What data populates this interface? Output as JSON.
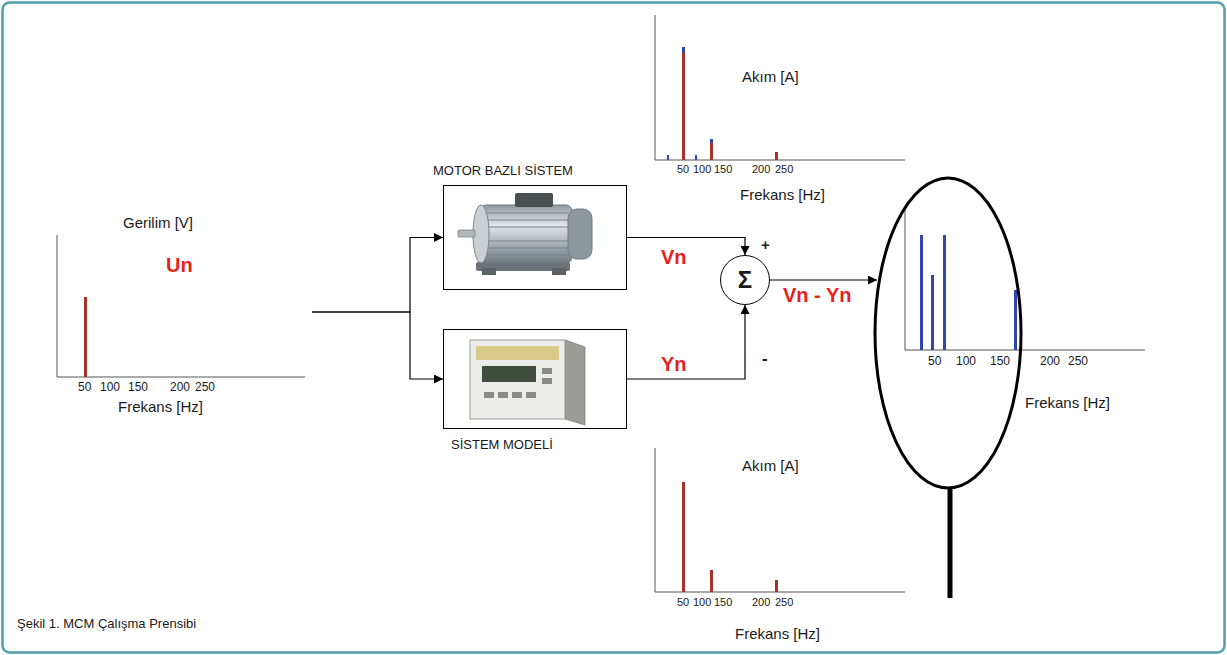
{
  "diagram": {
    "caption": "Şekil 1. MCM Çalışma Prensibi",
    "nodes": [
      {
        "text": [
          "Gerilim [V]",
          "Un",
          "50",
          "100",
          "150",
          "200",
          "250",
          "Frekans [Hz]"
        ]
      },
      {
        "text": [
          "MOTOR BAZLI SİSTEM"
        ]
      },
      {
        "text": [
          "SİSTEM MODELİ"
        ]
      },
      {
        "text": [
          "Σ"
        ]
      },
      {
        "text": [
          "50",
          "100",
          "150",
          "200",
          "250",
          "Frekans [Hz]"
        ]
      },
      {
        "text": [
          "Akım [A]",
          "50",
          "100",
          "150",
          "200",
          "250",
          "Frekans [Hz]"
        ]
      },
      {
        "text": [
          "Akım [A]",
          "50",
          "100",
          "150",
          "200",
          "250",
          "Frekans [Hz]"
        ]
      }
    ],
    "edges": [
      {
        "from": 0,
        "to": 1,
        "arrow": "to"
      },
      {
        "from": 0,
        "to": 2,
        "arrow": "to"
      },
      {
        "from": 1,
        "to": 3,
        "label": "Vn",
        "arrow": "to"
      },
      {
        "from": 2,
        "to": 3,
        "label": "Yn",
        "arrow": "to"
      },
      {
        "from": 3,
        "to": 4,
        "label": "Vn - Yn",
        "arrow": "to"
      }
    ],
    "labels": [
      "+",
      "-"
    ]
  }
}
